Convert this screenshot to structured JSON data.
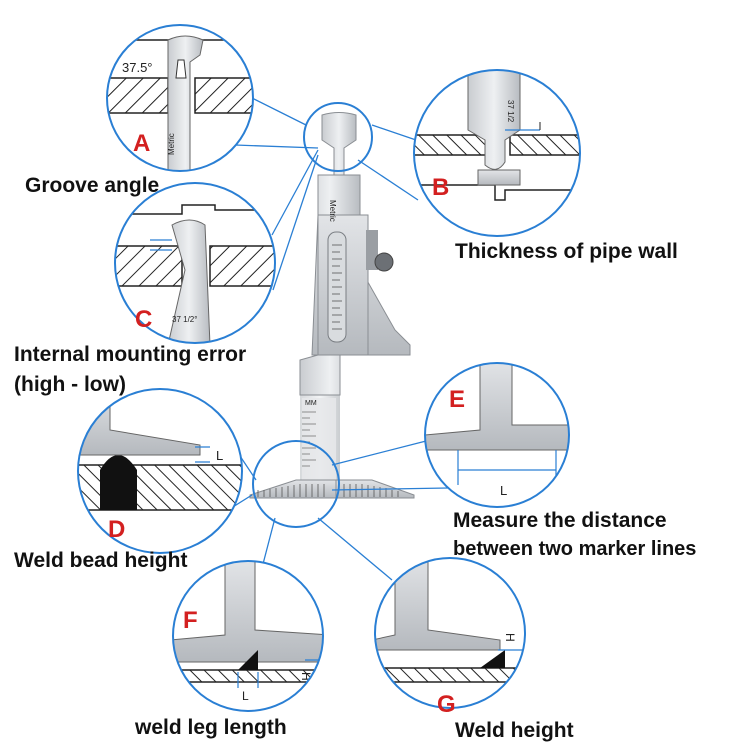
{
  "panels": [
    {
      "letter": "A",
      "caption": "Groove angle",
      "angle_label": "37.5°",
      "scale_label": "Metric"
    },
    {
      "letter": "B",
      "caption": "Thickness of pipe wall",
      "mark": "37 1/2"
    },
    {
      "letter": "C",
      "caption_line1": "Internal mounting error",
      "caption_line2": "(high - low)",
      "mark": "37 1/2°"
    },
    {
      "letter": "D",
      "caption": "Weld bead height",
      "dim_label": "L"
    },
    {
      "letter": "E",
      "caption_line1": "Measure the distance",
      "caption_line2": "between two marker lines",
      "dim_label": "L"
    },
    {
      "letter": "F",
      "caption": "weld leg length",
      "dim_label_l": "L",
      "dim_label_h": "H"
    },
    {
      "letter": "G",
      "caption": "Weld height",
      "dim_label_h": "H"
    }
  ],
  "gauge": {
    "top_label": "Metric",
    "scale_unit": "MM"
  }
}
